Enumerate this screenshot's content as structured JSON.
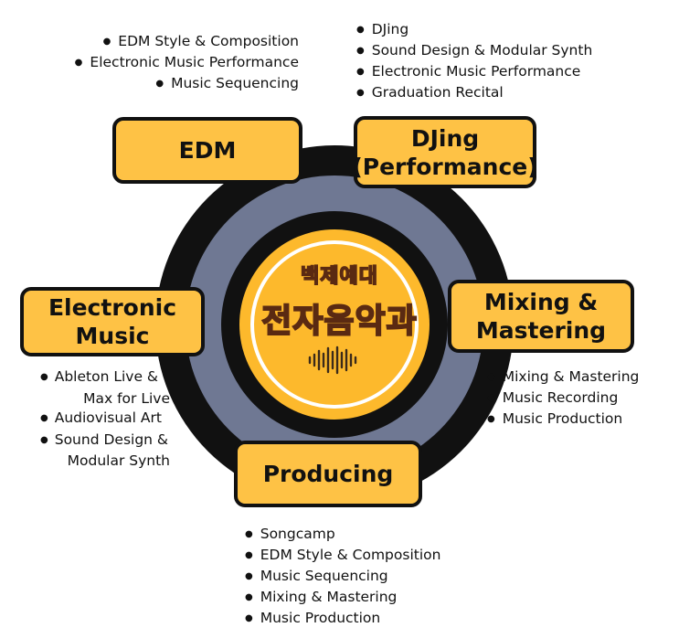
{
  "colors": {
    "accent": "#fec245",
    "ring_outer": "#111111",
    "ring_gray": "#6f7893",
    "center_fill": "#fdb92c",
    "center_ring": "#ffd75a",
    "text": "#111111"
  },
  "center": {
    "line1": "백제예대",
    "line2": "전자음악과",
    "icon": "sound-wave-icon"
  },
  "segments": {
    "edm": {
      "label": "EDM",
      "items": [
        "EDM Style & Composition",
        "Electronic Music Performance",
        "Music Sequencing"
      ]
    },
    "djing": {
      "label": "DJing\n(Performance)",
      "items": [
        "DJing",
        "Sound Design & Modular Synth",
        "Electronic Music Performance",
        "Graduation Recital"
      ]
    },
    "electronic_music": {
      "label": "Electronic\nMusic",
      "items": [
        "Ableton Live &",
        "Max for Live",
        "Audiovisual Art",
        "Sound Design &",
        "Modular Synth"
      ]
    },
    "mixing": {
      "label": "Mixing &\nMastering",
      "items": [
        "Mixing & Mastering",
        "Music Recording",
        "Music Production"
      ]
    },
    "producing": {
      "label": "Producing",
      "items": [
        "Songcamp",
        "EDM Style & Composition",
        "Music Sequencing",
        "Mixing & Mastering",
        "Music Production"
      ]
    }
  }
}
